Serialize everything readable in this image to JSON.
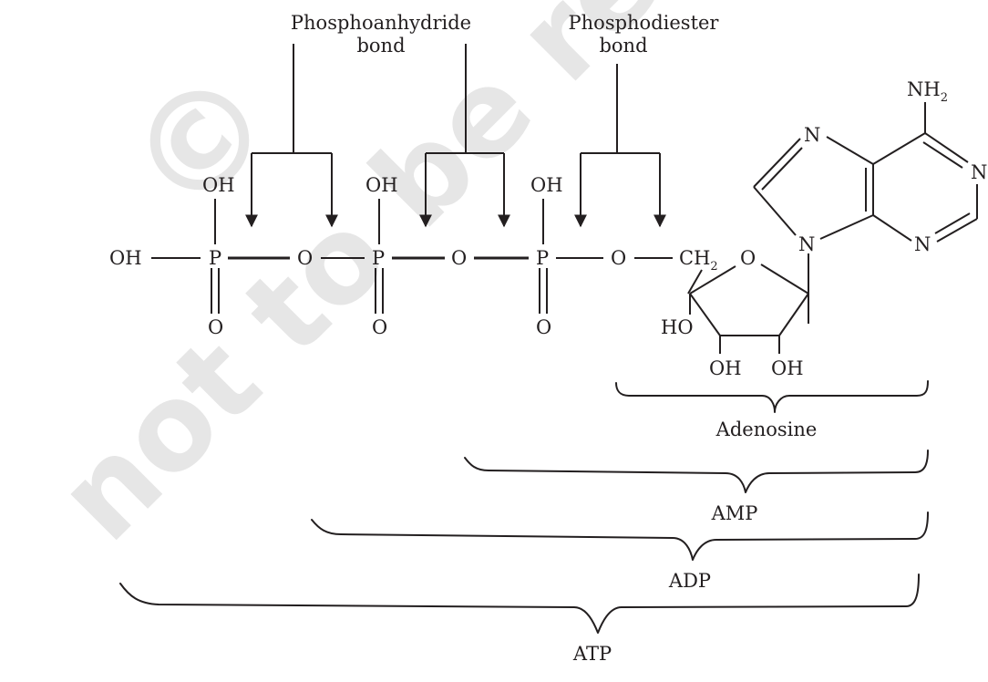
{
  "labels": {
    "phosphoanhydride_line1": "Phosphoanhydride",
    "phosphoanhydride_line2": "bond",
    "phosphodiester_line1": "Phosphodiester",
    "phosphodiester_line2": "bond"
  },
  "atoms": {
    "oh": "OH",
    "p": "P",
    "o": "O",
    "ch2": "CH",
    "ch2_sub": "2",
    "n": "N",
    "nh2": "NH",
    "nh2_sub": "2",
    "ho": "HO"
  },
  "braces": {
    "adenosine": "Adenosine",
    "amp": "AMP",
    "adp": "ADP",
    "atp": "ATP"
  },
  "watermark": {
    "copyright": "©",
    "text": "not to be rep"
  }
}
